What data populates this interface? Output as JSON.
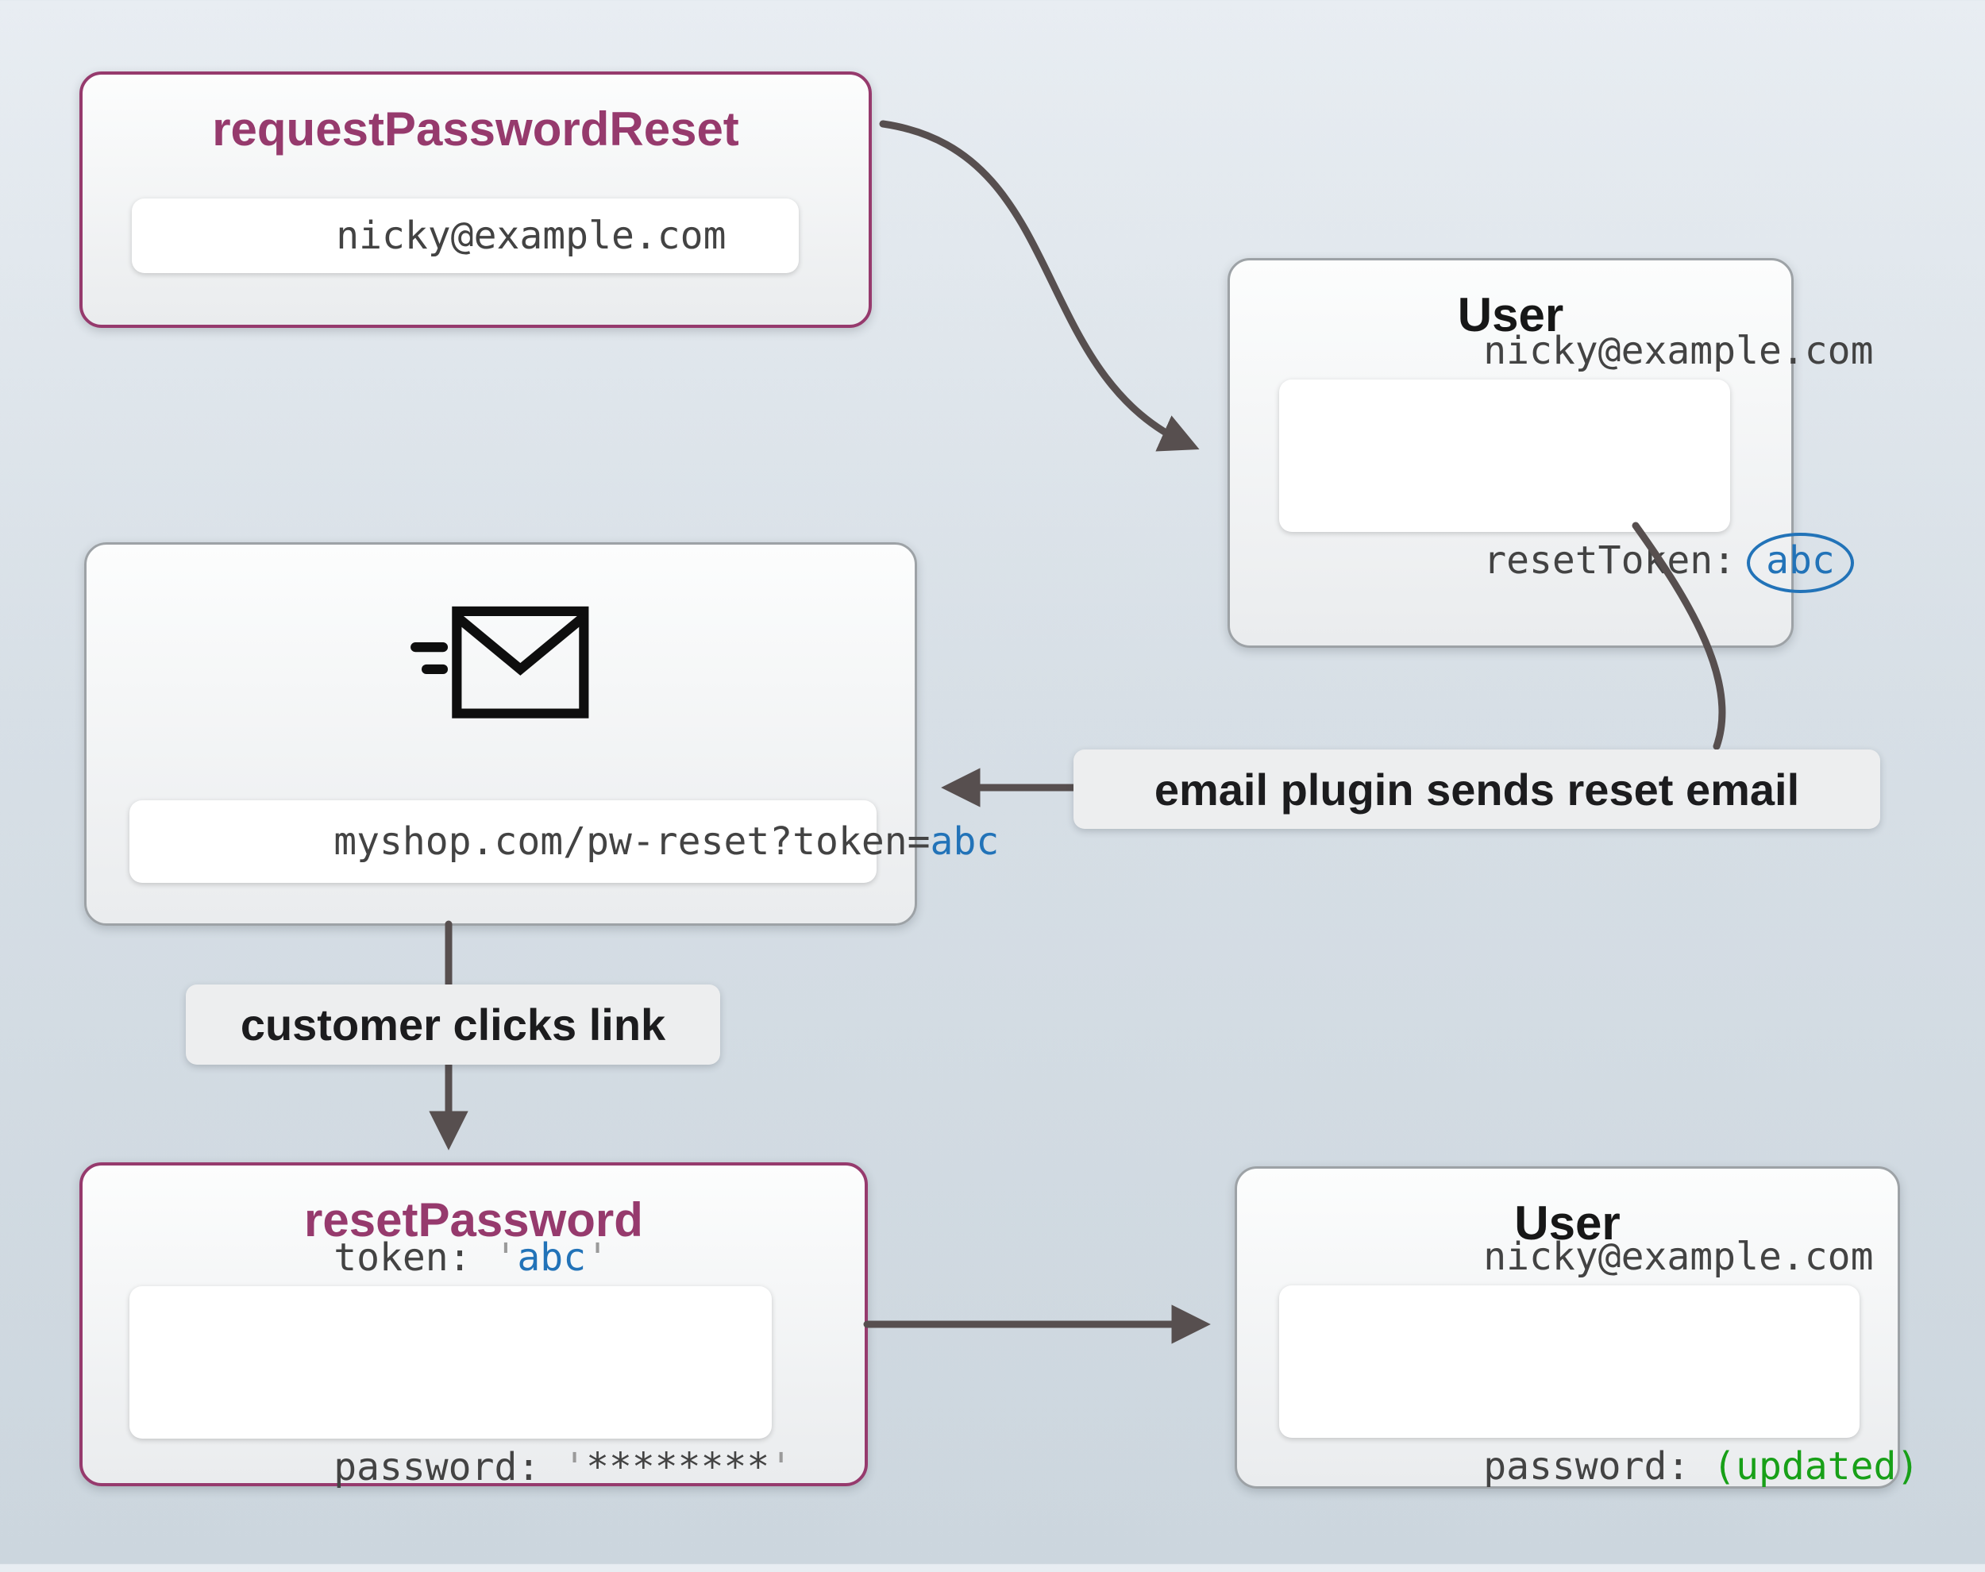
{
  "colors": {
    "purple": "#963a6d",
    "blue": "#2273b8",
    "green": "#18a018",
    "arrow": "#574f4f"
  },
  "nodes": {
    "requestPasswordReset": {
      "title": "requestPasswordReset",
      "email": "nicky@example.com"
    },
    "userTop": {
      "title": "User",
      "email": "nicky@example.com",
      "resetTokenLabel": "resetToken:",
      "resetTokenValue": "abc"
    },
    "email": {
      "icon": "send-email-icon",
      "urlPrefix": "myshop.com/pw-reset?token=",
      "urlToken": "abc"
    },
    "resetPassword": {
      "title": "resetPassword",
      "tokenLabel": "token: ",
      "openQuote": "'",
      "tokenValue": "abc",
      "closeQuote": "'",
      "passwordLabel": "password: ",
      "passwordOpenQuote": "'",
      "passwordValue": "********",
      "passwordCloseQuote": "'"
    },
    "userBottom": {
      "title": "User",
      "email": "nicky@example.com",
      "passwordLabel": "password: ",
      "passwordValue": "(updated)"
    }
  },
  "labels": {
    "emailPlugin": "email plugin sends reset email",
    "customerClicks": "customer clicks link"
  }
}
